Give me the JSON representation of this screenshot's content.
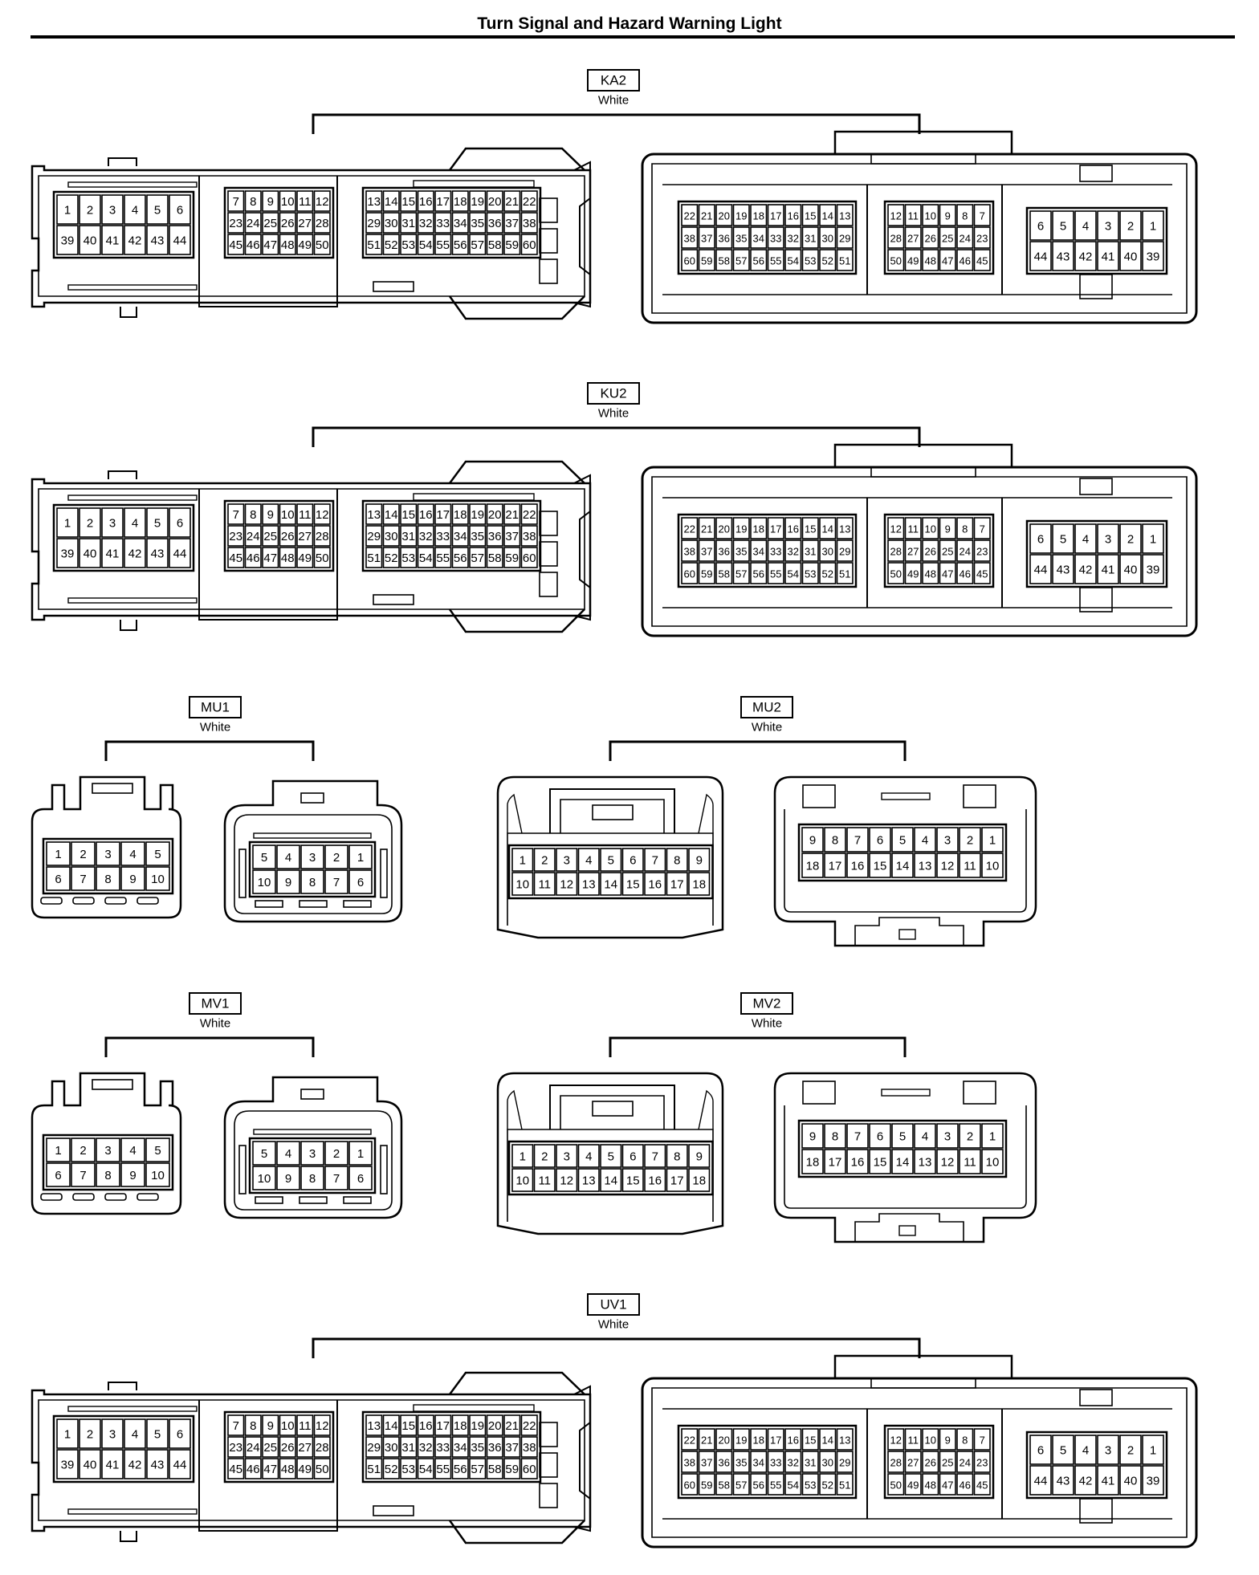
{
  "title": "Turn Signal and Hazard Warning Light",
  "ecu_connectors": [
    {
      "id": "KA2",
      "color": "White"
    },
    {
      "id": "KU2",
      "color": "White"
    },
    {
      "id": "UV1",
      "color": "White"
    }
  ],
  "pair_connectors": [
    {
      "id": "MU1",
      "color": "White",
      "type": "small"
    },
    {
      "id": "MU2",
      "color": "White",
      "type": "large"
    },
    {
      "id": "MV1",
      "color": "White",
      "type": "small"
    },
    {
      "id": "MV2",
      "color": "White",
      "type": "large"
    }
  ],
  "ecu_left_pins": {
    "block1": [
      [
        "1",
        "2",
        "3",
        "4",
        "5",
        "6"
      ],
      [
        "39",
        "40",
        "41",
        "42",
        "43",
        "44"
      ]
    ],
    "block2": [
      [
        "7",
        "8",
        "9",
        "10",
        "11",
        "12"
      ],
      [
        "23",
        "24",
        "25",
        "26",
        "27",
        "28"
      ],
      [
        "45",
        "46",
        "47",
        "48",
        "49",
        "50"
      ]
    ],
    "block3": [
      [
        "13",
        "14",
        "15",
        "16",
        "17",
        "18",
        "19",
        "20",
        "21",
        "22"
      ],
      [
        "29",
        "30",
        "31",
        "32",
        "33",
        "34",
        "35",
        "36",
        "37",
        "38"
      ],
      [
        "51",
        "52",
        "53",
        "54",
        "55",
        "56",
        "57",
        "58",
        "59",
        "60"
      ]
    ]
  },
  "ecu_right_pins": {
    "block1": [
      [
        "22",
        "21",
        "20",
        "19",
        "18",
        "17",
        "16",
        "15",
        "14",
        "13"
      ],
      [
        "38",
        "37",
        "36",
        "35",
        "34",
        "33",
        "32",
        "31",
        "30",
        "29"
      ],
      [
        "60",
        "59",
        "58",
        "57",
        "56",
        "55",
        "54",
        "53",
        "52",
        "51"
      ]
    ],
    "block2": [
      [
        "12",
        "11",
        "10",
        "9",
        "8",
        "7"
      ],
      [
        "28",
        "27",
        "26",
        "25",
        "24",
        "23"
      ],
      [
        "50",
        "49",
        "48",
        "47",
        "46",
        "45"
      ]
    ],
    "block3": [
      [
        "6",
        "5",
        "4",
        "3",
        "2",
        "1"
      ],
      [
        "44",
        "43",
        "42",
        "41",
        "40",
        "39"
      ]
    ]
  },
  "small_pins": {
    "left": [
      [
        "1",
        "2",
        "3",
        "4",
        "5"
      ],
      [
        "6",
        "7",
        "8",
        "9",
        "10"
      ]
    ],
    "right": [
      [
        "5",
        "4",
        "3",
        "2",
        "1"
      ],
      [
        "10",
        "9",
        "8",
        "7",
        "6"
      ]
    ]
  },
  "large_pins": {
    "left": [
      [
        "1",
        "2",
        "3",
        "4",
        "5",
        "6",
        "7",
        "8",
        "9"
      ],
      [
        "10",
        "11",
        "12",
        "13",
        "14",
        "15",
        "16",
        "17",
        "18"
      ]
    ],
    "right": [
      [
        "9",
        "8",
        "7",
        "6",
        "5",
        "4",
        "3",
        "2",
        "1"
      ],
      [
        "18",
        "17",
        "16",
        "15",
        "14",
        "13",
        "12",
        "11",
        "10"
      ]
    ]
  }
}
